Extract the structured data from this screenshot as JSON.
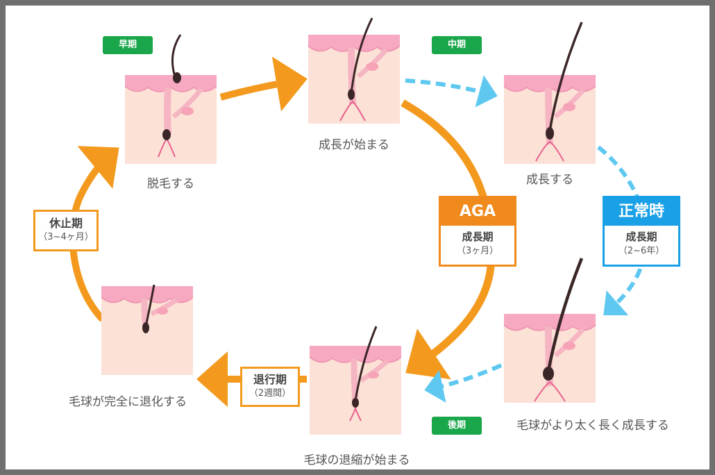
{
  "stages": [
    {
      "id": "early",
      "caption": "脱毛する"
    },
    {
      "id": "start",
      "caption": "成長が始まる"
    },
    {
      "id": "grow",
      "caption": "成長する"
    },
    {
      "id": "thick",
      "caption": "毛球がより太く長く成長する"
    },
    {
      "id": "shrink",
      "caption": "毛球の退縮が始まる"
    },
    {
      "id": "regress",
      "caption": "毛球が完全に退化する"
    }
  ],
  "badges": {
    "early": "早期",
    "middle": "中期",
    "late": "後期"
  },
  "resting_phase": {
    "name": "休止期",
    "duration": "（3~4ヶ月）"
  },
  "regression_phase": {
    "name": "退行期",
    "duration": "（2週間）"
  },
  "aga": {
    "header": "AGA",
    "name": "成長期",
    "duration": "（3ヶ月）"
  },
  "normal": {
    "header": "正常時",
    "name": "成長期",
    "duration": "（2~6年）"
  },
  "colors": {
    "aga_orange": "#f08a1c",
    "normal_blue": "#5ec8f0",
    "badge_green": "#1aa64a",
    "skin": "#fbe1d6",
    "skin_top": "#f6a9c0"
  }
}
